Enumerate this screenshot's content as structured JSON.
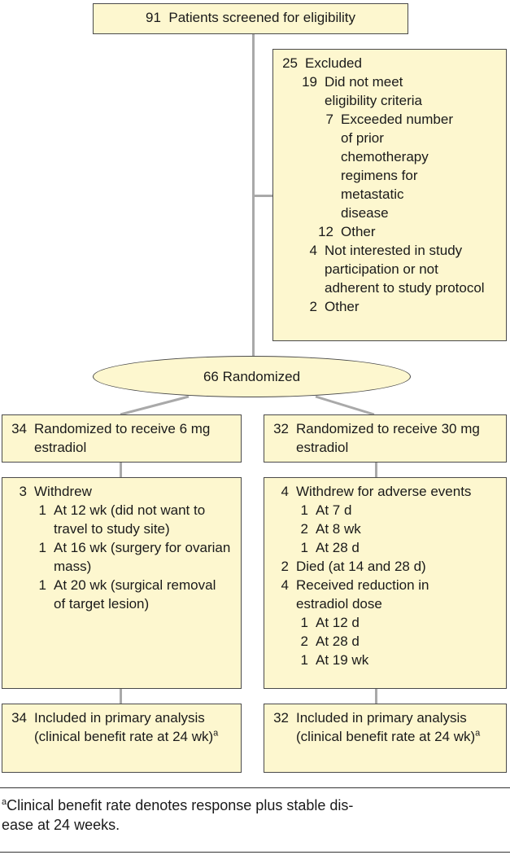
{
  "screened": {
    "n": "91",
    "text": "Patients screened for eligibility"
  },
  "excluded": {
    "n": "25",
    "text": "Excluded",
    "did_not_meet": {
      "n": "19",
      "text": "Did not meet eligibility criteria"
    },
    "exceeded": {
      "n": "7",
      "text": "Exceeded number of prior chemotherapy regimens for metastatic disease"
    },
    "other_sub": {
      "n": "12",
      "text": "Other"
    },
    "not_interested": {
      "n": "4",
      "text": "Not interested in study participation or not adherent to study protocol"
    },
    "other": {
      "n": "2",
      "text": "Other"
    }
  },
  "randomized": {
    "n": "66",
    "text": "Randomized"
  },
  "arm_left": {
    "randomized": {
      "n": "34",
      "text": "Randomized to receive 6 mg estradiol"
    },
    "withdrew": {
      "n": "3",
      "text": "Withdrew"
    },
    "withdrawals": [
      {
        "n": "1",
        "text": "At 12 wk (did not want to travel to study site)"
      },
      {
        "n": "1",
        "text": "At 16 wk (surgery for ovarian mass)"
      },
      {
        "n": "1",
        "text": "At 20 wk (surgical removal of target lesion)"
      }
    ],
    "included": {
      "n": "34",
      "text": "Included in primary analysis (clinical benefit rate at 24 wk)",
      "sup": "a"
    }
  },
  "arm_right": {
    "randomized": {
      "n": "32",
      "text": "Randomized to receive 30 mg estradiol"
    },
    "withdrew": {
      "n": "4",
      "text": "Withdrew for adverse events"
    },
    "withdrew_detail": [
      {
        "n": "1",
        "text": "At 7 d"
      },
      {
        "n": "2",
        "text": "At 8 wk"
      },
      {
        "n": "1",
        "text": "At 28 d"
      }
    ],
    "died": {
      "n": "2",
      "text": "Died (at 14 and 28 d)"
    },
    "reduction": {
      "n": "4",
      "text": "Received reduction in estradiol dose"
    },
    "reduction_detail": [
      {
        "n": "1",
        "text": "At 12 d"
      },
      {
        "n": "2",
        "text": "At 28 d"
      },
      {
        "n": "1",
        "text": "At 19 wk"
      }
    ],
    "included": {
      "n": "32",
      "text": "Included in primary analysis (clinical benefit rate at 24 wk)",
      "sup": "a"
    }
  },
  "footnote": {
    "sup": "a",
    "line1": "Clinical benefit rate denotes response plus stable dis-",
    "line2": "ease at 24 weeks."
  }
}
